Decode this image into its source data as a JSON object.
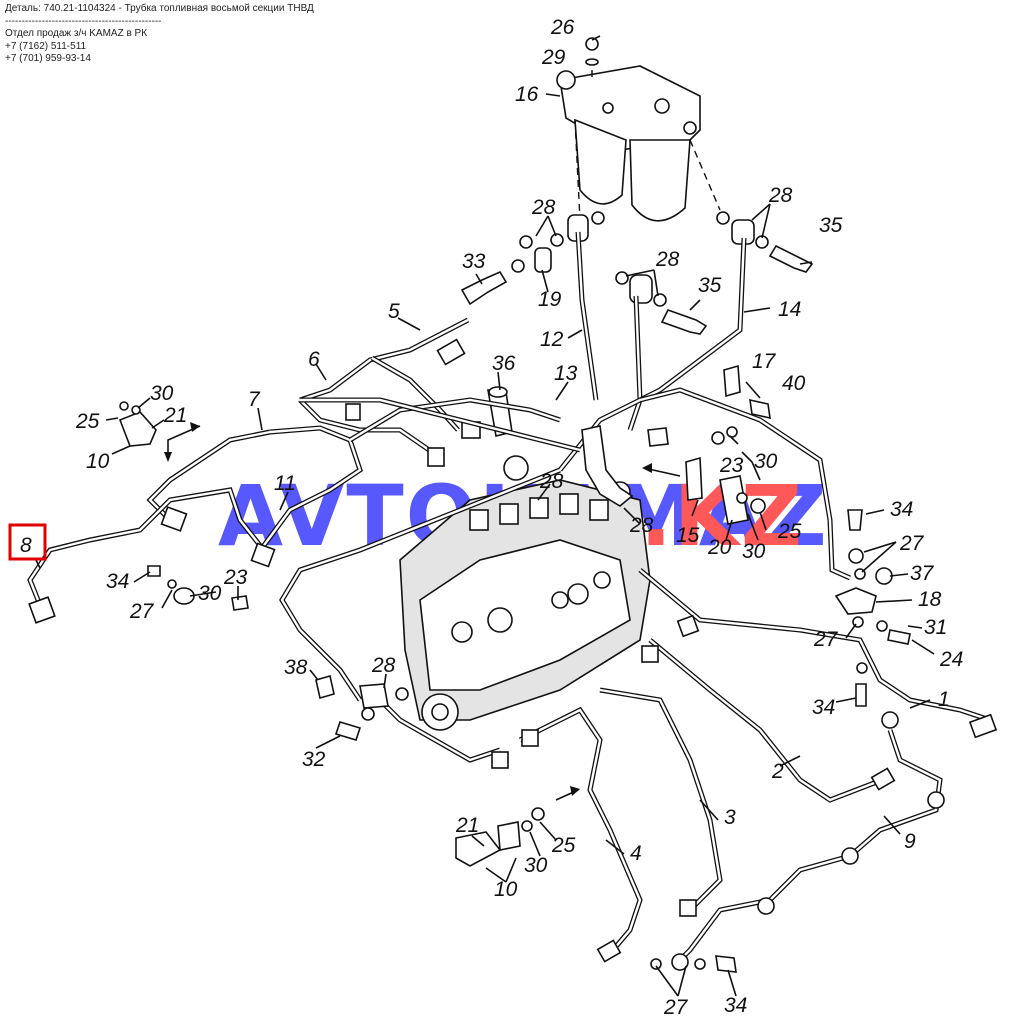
{
  "header": {
    "line1": "Деталь: 740.21-1104324 - Трубка топливная восьмой секции ТНВД",
    "separator": "-----------------------------------------------",
    "line2": "Отдел продаж з/ч KAMAZ в РК",
    "phone1": "+7 (7162) 511-511",
    "phone2": "+7 (701) 959-93-14"
  },
  "watermark": {
    "text_main": "AVTOKAMAZ",
    "text_suffix": ".KZ",
    "color_main": "#3b3bff",
    "color_suffix": "#ff3b3b"
  },
  "highlight": {
    "label": "8",
    "color": "#e00000"
  },
  "labels": {
    "l26": "26",
    "l29": "29",
    "l16": "16",
    "l28a": "28",
    "l28b": "28",
    "l28c": "28",
    "l35a": "35",
    "l35b": "35",
    "l19": "19",
    "l33": "33",
    "l12": "12",
    "l14": "14",
    "l5": "5",
    "l6": "6",
    "l36": "36",
    "l13": "13",
    "l17": "17",
    "l40": "40",
    "l30a": "30",
    "l25a": "25",
    "l21a": "21",
    "l10a": "10",
    "l7": "7",
    "l28d": "28",
    "l23a": "23",
    "l30b": "30",
    "l11": "11",
    "l28e": "28",
    "l15": "15",
    "l20": "20",
    "l30c": "30",
    "l25b": "25",
    "l34a": "34",
    "l27a": "27",
    "l37": "37",
    "l18": "18",
    "l34b": "34",
    "l27b": "27",
    "l30d": "30",
    "l23b": "23",
    "l31": "31",
    "l27c": "27",
    "l24": "24",
    "l38": "38",
    "l28f": "28",
    "l1": "1",
    "l34c": "34",
    "l32": "32",
    "l2": "2",
    "l21b": "21",
    "l25c": "25",
    "l30e": "30",
    "l10b": "10",
    "l3": "3",
    "l9": "9",
    "l4": "4",
    "l27d": "27",
    "l34d": "34"
  }
}
